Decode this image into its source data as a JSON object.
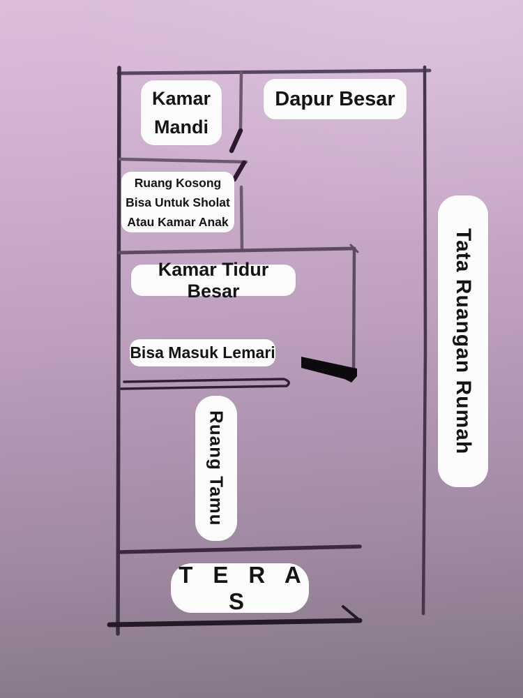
{
  "page": {
    "kind": "hand-drawn floor plan sketch",
    "side_title": "Tata Ruangan Rumah"
  },
  "labels": {
    "kamar_mandi": [
      "Kamar",
      "Mandi"
    ],
    "dapur_besar": "Dapur Besar",
    "ruang_kosong": [
      "Ruang Kosong",
      "Bisa Untuk Sholat",
      "Atau Kamar Anak"
    ],
    "kamar_tidur_besar": "Kamar Tidur Besar",
    "bisa_masuk_lemari": "Bisa Masuk Lemari",
    "ruang_tamu": "Ruang Tamu",
    "teras": "T E R A S",
    "tata_ruangan_rumah": "Tata Ruangan Rumah"
  },
  "colors": {
    "background_top": "#dabeda",
    "background_bottom": "#857488",
    "wall_outer": "#44334a",
    "wall_inner": "#6b5a6e",
    "wall_mid": "#5d4c60",
    "ink_dark": "#261b29",
    "door_stroke_black": "#0d0a0e",
    "label_background": "#fdfcfd",
    "label_text": "#141414"
  }
}
